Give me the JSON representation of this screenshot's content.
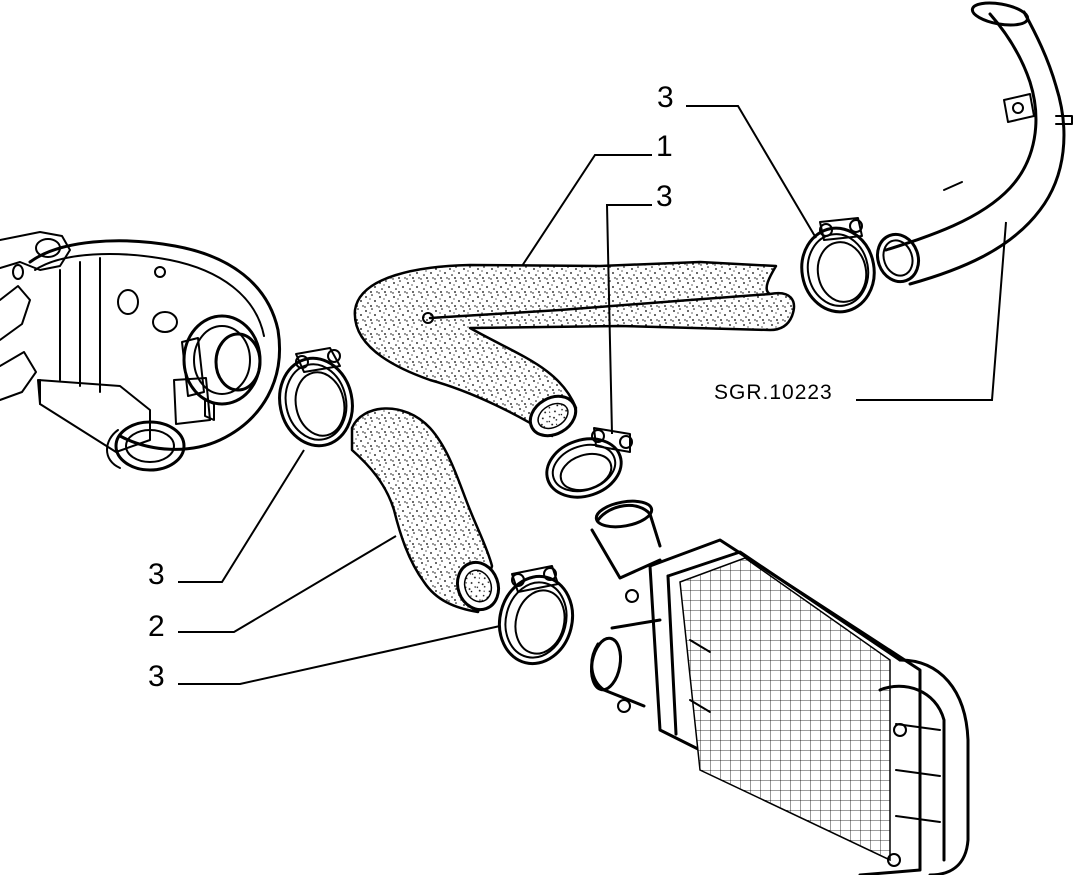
{
  "drawing_code": "SGR.10223",
  "callouts": {
    "clamp_top_right": "3",
    "hose_upper": "1",
    "clamp_upper_middle": "3",
    "clamp_left": "3",
    "hose_lower": "2",
    "clamp_lower": "3"
  },
  "parts": [
    {
      "name": "turbocharger"
    },
    {
      "name": "hose-1"
    },
    {
      "name": "hose-2"
    },
    {
      "name": "hose-clamp"
    },
    {
      "name": "metal-pipe"
    },
    {
      "name": "intercooler"
    }
  ]
}
